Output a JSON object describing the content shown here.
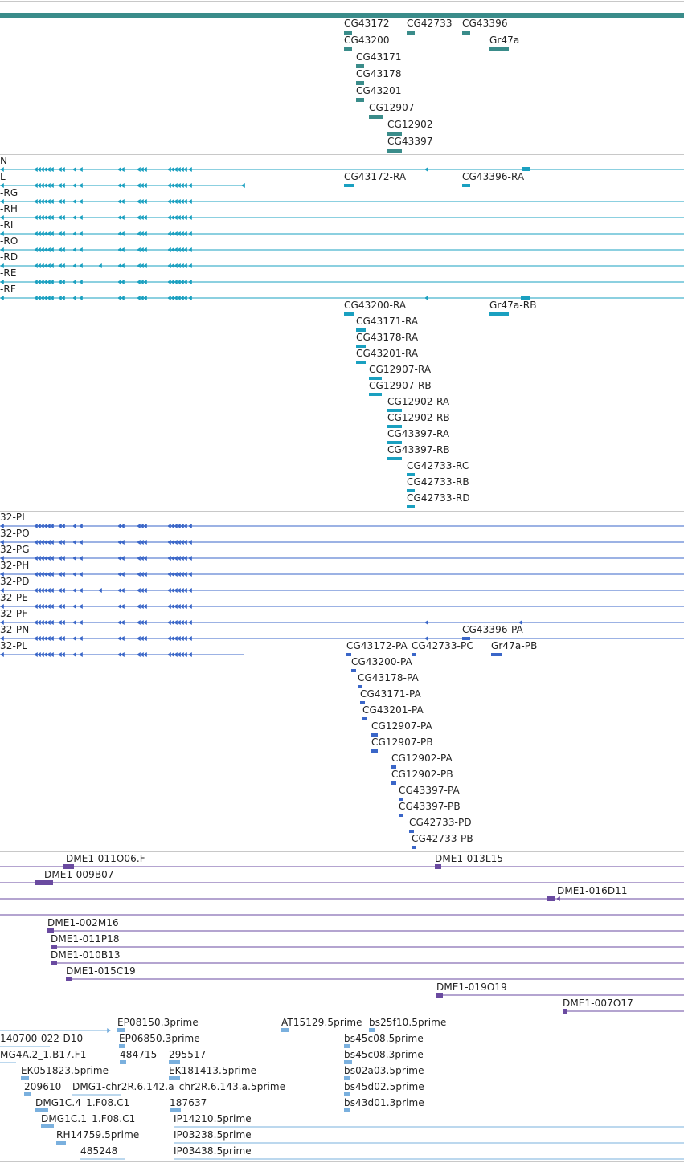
{
  "colors": {
    "gene": "#3a8c8a",
    "transcript": "#1aa0c0",
    "protein": "#3a66c8",
    "clone": "#6a4aa0",
    "est": "#7ab0de",
    "separator": "#c8c8c8"
  },
  "tracks": {
    "genes": {
      "labels": [
        "CG43172",
        "CG42733",
        "CG43396",
        "CG43200",
        "Gr47a",
        "CG43171",
        "CG43178",
        "CG43201",
        "CG12907",
        "CG12902",
        "CG43397"
      ]
    },
    "transcripts": {
      "cut_labels": [
        "N",
        "L",
        "-RG",
        "-RH",
        "-RI",
        "-RO",
        "-RD",
        "-RE",
        "-RF"
      ],
      "labels": [
        "CG43172-RA",
        "CG43396-RA",
        "CG43200-RA",
        "Gr47a-RB",
        "CG43171-RA",
        "CG43178-RA",
        "CG43201-RA",
        "CG12907-RA",
        "CG12907-RB",
        "CG12902-RA",
        "CG12902-RB",
        "CG43397-RA",
        "CG43397-RB",
        "CG42733-RC",
        "CG42733-RB",
        "CG42733-RD"
      ]
    },
    "proteins": {
      "cut_labels": [
        "32-PI",
        "32-PO",
        "32-PG",
        "32-PH",
        "32-PD",
        "32-PE",
        "32-PF",
        "32-PN",
        "32-PL"
      ],
      "labels": [
        "CG43396-PA",
        "CG43172-PA",
        "CG42733-PC",
        "Gr47a-PB",
        "CG43200-PA",
        "CG43178-PA",
        "CG43171-PA",
        "CG43201-PA",
        "CG12907-PA",
        "CG12907-PB",
        "CG12902-PA",
        "CG12902-PB",
        "CG43397-PA",
        "CG43397-PB",
        "CG42733-PD",
        "CG42733-PB"
      ]
    },
    "clones": {
      "labels": [
        "DME1-011O06.F",
        "DME1-013L15",
        "DME1-009B07",
        "DME1-016D11",
        "DME1-002M16",
        "DME1-011P18",
        "DME1-010B13",
        "DME1-015C19",
        "DME1-019O19",
        "DME1-007O17"
      ]
    },
    "ests": {
      "labels": [
        "EP08150.3prime",
        "AT15129.5prime",
        "bs25f10.5prime",
        "140700-022-D10",
        "EP06850.3prime",
        "bs45c08.5prime",
        "MG4A.2_1.B17.F1",
        "484715",
        "295517",
        "bs45c08.3prime",
        "EK051823.5prime",
        "EK181413.5prime",
        "bs02a03.5prime",
        "209610",
        "DMG1-chr2R.6.142.a_chr2R.6.143.a.5prime",
        "bs45d02.5prime",
        "DMG1C.4_1.F08.C1",
        "187637",
        "bs43d01.3prime",
        "DMG1C.1_1.F08.C1",
        "IP14210.5prime",
        "RH14759.5prime",
        "IP03238.5prime",
        "485248",
        "IP03438.5prime"
      ]
    }
  }
}
